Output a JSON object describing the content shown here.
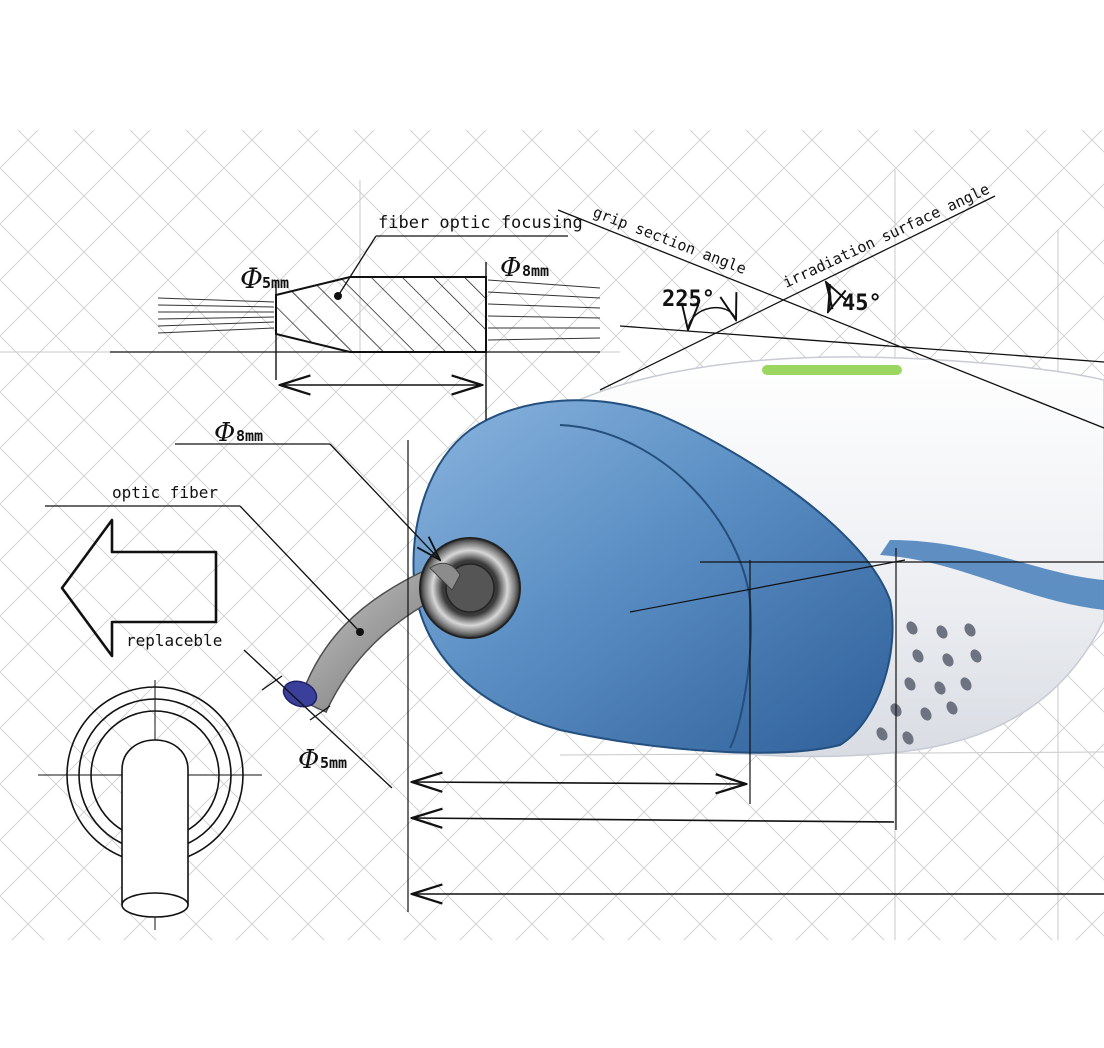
{
  "labels": {
    "fiber_focusing": "fiber optic focusing",
    "phi_left": "Φ",
    "size_5mm_top": "5mm",
    "phi_right": "Φ",
    "size_8mm_top": "8mm",
    "grip_angle": "grip section angle",
    "irradiation_angle": "irradiation surface angle",
    "angle_225": "225°",
    "angle_45": "45°",
    "phi_mid": "Φ",
    "size_8mm_mid": "8mm",
    "optic_fiber": "optic fiber",
    "replaceable": "replaceble",
    "phi_bottom": "Φ",
    "size_5mm_bottom": "5mm"
  },
  "colors": {
    "ink": "#111111",
    "grid": "#d4d4d4",
    "shell_blue": "#5b8fc4",
    "shell_blue_dark": "#2f5f99",
    "body_white": "#f2f2f4",
    "tube_gray": "#9a9a9a",
    "fiber_tip": "#3a3f9c",
    "indicator_green": "#8fd14f"
  },
  "icons": {
    "arrow": "left-arrow-outline-icon",
    "fiber_section": "fiber-cross-section-icon"
  }
}
